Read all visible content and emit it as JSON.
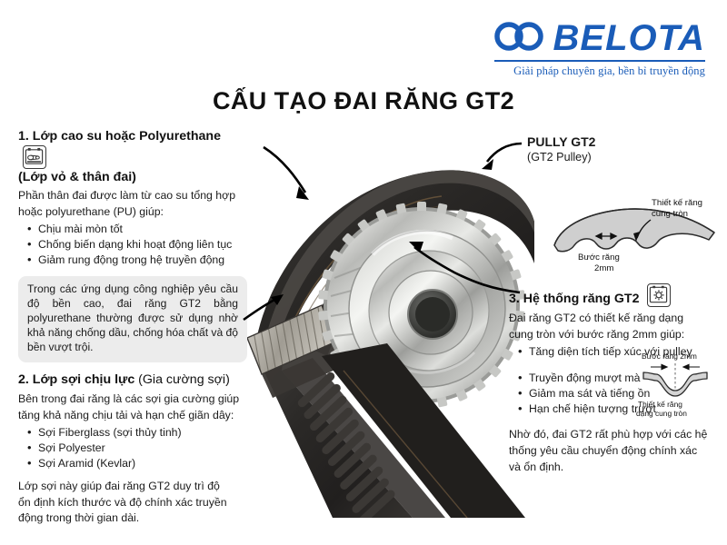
{
  "brand": {
    "name": "BELOTA",
    "tagline": "Giải pháp chuyên gia, bền bỉ truyền động",
    "color": "#1a5cb8",
    "mark": "infinity-loops-icon"
  },
  "title": "CẤU TẠO ĐAI RĂNG GT2",
  "sections": {
    "one": {
      "heading_line1": "1. Lớp cao su hoặc Polyurethane",
      "heading_line2": "(Lớp vỏ & thân đai)",
      "icon": "belt-conveyor-icon",
      "intro_line1": "Phần thân đai được làm từ cao su tổng hợp",
      "intro_line2": "hoặc polyurethane (PU) giúp:",
      "bullets": [
        "Chịu mài mòn tốt",
        "Chống biến dạng khi hoạt động liên tục",
        "Giảm rung động trong hệ truyền động"
      ],
      "note": "Trong các ứng dụng công nghiệp yêu cầu độ bền cao, đai răng GT2 bằng polyurethane thường được sử dụng nhờ khả năng chống dầu, chống hóa chất và độ bền vượt trội."
    },
    "two": {
      "heading_bold": "2. Lớp sợi chịu lực",
      "heading_light": "(Gia cường sợi)",
      "intro_line1": "Bên trong đai răng là các sợi gia cường giúp",
      "intro_line2": "tăng khả năng chịu tải và hạn chế giãn dây:",
      "bullets": [
        "Sợi Fiberglass (sợi thủy tinh)",
        "Sợi Polyester",
        "Sợi Aramid (Kevlar)"
      ],
      "outro_line1": "Lớp sợi này giúp đai răng GT2 duy trì độ",
      "outro_line2": "ổn định kích thước và độ chính xác truyền",
      "outro_line3": "động trong thời gian dài."
    },
    "three": {
      "heading": "3. Hệ thống răng GT2",
      "icon": "gear-in-box-icon",
      "intro_line1": "Đai răng GT2 có thiết kế răng dạng",
      "intro_line2": "cung tròn với bước răng 2mm giúp:",
      "bullets": [
        "Tăng diện tích tiếp xúc với pulley",
        "Truyền động mượt mà",
        "Giảm ma sát và tiếng ồn",
        "Hạn chế hiện tượng trượt"
      ],
      "outro_line1": "Nhờ đó, đai GT2 rất phù hợp với các hệ",
      "outro_line2": "thống yêu cầu chuyển động chính xác",
      "outro_line3": "và ổn định."
    }
  },
  "pulley_callout": {
    "title": "PULLY GT2",
    "subtitle": "(GT2 Pulley)"
  },
  "tooth_diagram": {
    "label_design_line1": "Thiết kế răng",
    "label_design_line2": "cung tròn",
    "label_pitch_line1": "Bước răng",
    "label_pitch_line2": "2mm"
  },
  "tooth_detail": {
    "label_pitch": "Bước răng 2mm",
    "label_design_line1": "Thiết kế răng",
    "label_design_line2": "dạng cung tròn"
  },
  "hero": {
    "alt": "gt2-timing-belt-and-pulley-photo"
  }
}
